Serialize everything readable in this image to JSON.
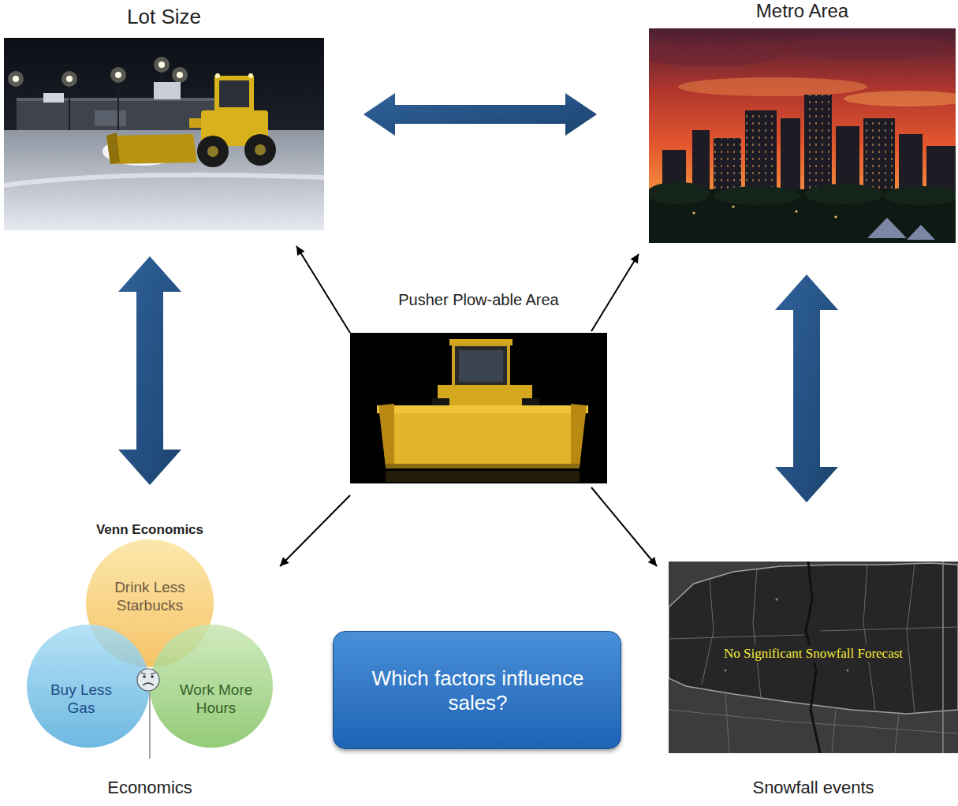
{
  "diagram": {
    "nodes": [
      {
        "text": [
          "Lot Size"
        ]
      },
      {
        "text": [
          "Metro Area"
        ]
      },
      {
        "text": [
          "Pusher Plow-able Area"
        ]
      },
      {
        "text": [
          "Venn Economics",
          "Economics"
        ]
      },
      {
        "text": [
          "Drink Less Starbucks"
        ],
        "in": 3
      },
      {
        "text": [
          "Buy Less Gas"
        ],
        "in": 3
      },
      {
        "text": [
          "Work More Hours"
        ],
        "in": 3
      },
      {
        "text": [
          "Which factors influence sales?"
        ]
      },
      {
        "text": [
          "No Significant Snowfall Forecast",
          "Snowfall events"
        ]
      }
    ],
    "edges": [
      {
        "from": 0,
        "to": 1,
        "arrow": "both"
      },
      {
        "from": 0,
        "to": 3,
        "arrow": "both"
      },
      {
        "from": 1,
        "to": 8,
        "arrow": "both"
      },
      {
        "from": 2,
        "to": 0,
        "arrow": "to"
      },
      {
        "from": 2,
        "to": 1,
        "arrow": "to"
      },
      {
        "from": 2,
        "to": 3,
        "arrow": "to"
      },
      {
        "from": 2,
        "to": 8,
        "arrow": "to"
      }
    ]
  }
}
